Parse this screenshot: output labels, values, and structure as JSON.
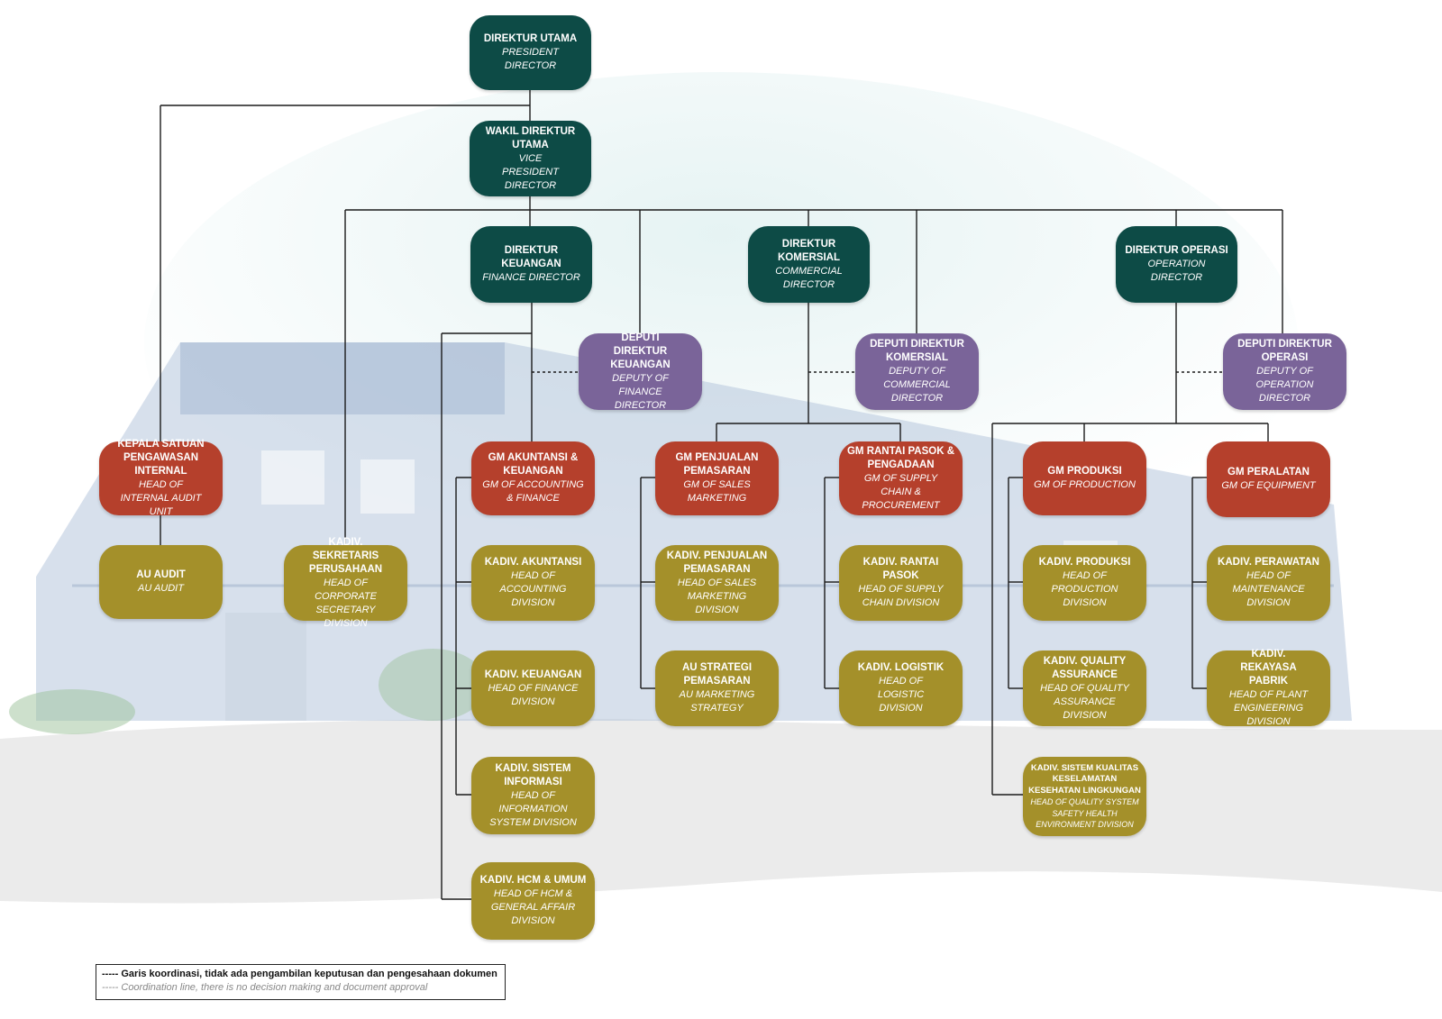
{
  "nodes": {
    "president": {
      "title": "DIREKTUR UTAMA",
      "sub": "PRESIDENT DIRECTOR"
    },
    "vice_president": {
      "title": "WAKIL DIREKTUR UTAMA",
      "sub": "VICE PRESIDENT DIRECTOR"
    },
    "finance_director": {
      "title": "DIREKTUR KEUANGAN",
      "sub": "FINANCE DIRECTOR"
    },
    "commercial_director": {
      "title": "DIREKTUR KOMERSIAL",
      "sub": "COMMERCIAL DIRECTOR"
    },
    "operation_director": {
      "title": "DIREKTUR OPERASI",
      "sub": "OPERATION DIRECTOR"
    },
    "deputy_finance": {
      "title": "DEPUTI DIREKTUR KEUANGAN",
      "sub": "DEPUTY OF FINANCE DIRECTOR"
    },
    "deputy_commercial": {
      "title": "DEPUTI DIREKTUR KOMERSIAL",
      "sub": "DEPUTY OF COMMERCIAL DIRECTOR"
    },
    "deputy_operation": {
      "title": "DEPUTI DIREKTUR OPERASI",
      "sub": "DEPUTY OF OPERATION DIRECTOR"
    },
    "internal_audit": {
      "title": "KEPALA SATUAN PENGAWASAN INTERNAL",
      "sub": "HEAD OF INTERNAL AUDIT UNIT"
    },
    "au_audit": {
      "title": "AU AUDIT",
      "sub": "AU AUDIT"
    },
    "corp_secretary": {
      "title": "KADIV. SEKRETARIS PERUSAHAAN",
      "sub": "HEAD OF CORPORATE SECRETARY DIVISION"
    },
    "gm_accounting": {
      "title": "GM AKUNTANSI & KEUANGAN",
      "sub": "GM OF ACCOUNTING & FINANCE"
    },
    "kadiv_akuntansi": {
      "title": "KADIV. AKUNTANSI",
      "sub": "HEAD OF ACCOUNTING DIVISION"
    },
    "kadiv_keuangan": {
      "title": "KADIV. KEUANGAN",
      "sub": "HEAD OF FINANCE DIVISION"
    },
    "kadiv_si": {
      "title": "KADIV. SISTEM INFORMASI",
      "sub": "HEAD OF INFORMATION SYSTEM DIVISION"
    },
    "kadiv_hcm": {
      "title": "KADIV. HCM & UMUM",
      "sub": "HEAD OF HCM & GENERAL AFFAIR DIVISION"
    },
    "gm_sales": {
      "title": "GM PENJUALAN PEMASARAN",
      "sub": "GM OF SALES MARKETING"
    },
    "kadiv_sales": {
      "title": "KADIV. PENJUALAN PEMASARAN",
      "sub": "HEAD OF SALES MARKETING DIVISION"
    },
    "au_marketing": {
      "title": "AU STRATEGI PEMASARAN",
      "sub": "AU MARKETING STRATEGY"
    },
    "gm_supply": {
      "title": "GM RANTAI PASOK & PENGADAAN",
      "sub": "GM OF SUPPLY CHAIN & PROCUREMENT"
    },
    "kadiv_supply": {
      "title": "KADIV. RANTAI PASOK",
      "sub": "HEAD OF SUPPLY CHAIN DIVISION"
    },
    "kadiv_logistik": {
      "title": "KADIV. LOGISTIK",
      "sub": "HEAD OF LOGISTIC DIVISION"
    },
    "gm_production": {
      "title": "GM PRODUKSI",
      "sub": "GM OF PRODUCTION"
    },
    "kadiv_produksi": {
      "title": "KADIV. PRODUKSI",
      "sub": "HEAD OF PRODUCTION DIVISION"
    },
    "kadiv_qa": {
      "title": "KADIV. QUALITY ASSURANCE",
      "sub": "HEAD OF QUALITY ASSURANCE DIVISION"
    },
    "kadiv_she": {
      "title": "KADIV. SISTEM KUALITAS KESELAMATAN KESEHATAN LINGKUNGAN",
      "sub": "HEAD OF QUALITY SYSTEM SAFETY HEALTH ENVIRONMENT DIVISION"
    },
    "gm_equipment": {
      "title": "GM PERALATAN",
      "sub": "GM OF EQUIPMENT"
    },
    "kadiv_maintenance": {
      "title": "KADIV. PERAWATAN",
      "sub": "HEAD OF MAINTENANCE DIVISION"
    },
    "kadiv_plant": {
      "title": "KADIV. REKAYASA PABRIK",
      "sub": "HEAD OF PLANT ENGINEERING DIVISION"
    }
  },
  "legend": {
    "line1": "----- Garis koordinasi, tidak ada pengambilan keputusan dan pengesahaan dokumen",
    "line2": "----- Coordination line, there is no decision making and document approval"
  },
  "colors": {
    "director": "#0d4b46",
    "deputy": "#7a6499",
    "general_manager": "#b5402c",
    "division": "#a4902a",
    "line": "#1a1a1a"
  }
}
